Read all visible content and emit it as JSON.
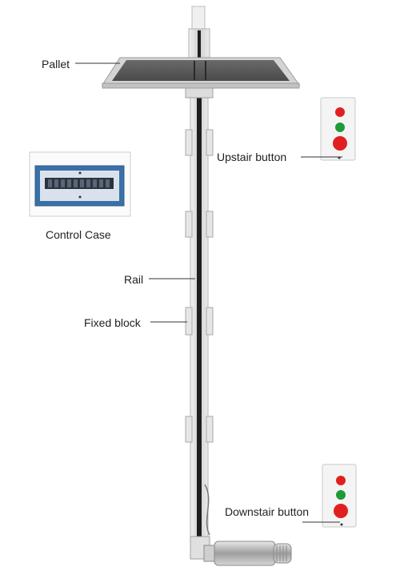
{
  "labels": {
    "pallet": "Pallet",
    "upstair_button": "Upstair button",
    "control_case": "Control Case",
    "rail": "Rail",
    "fixed_block": "Fixed block",
    "downstair_button": "Downstair button"
  },
  "colors": {
    "background": "#ffffff",
    "rail_dark": "#1e1e1e",
    "rail_metal": "#d8d8d8",
    "pallet_surface": "#5a5a5a",
    "pallet_frame": "#c9c9c9",
    "button_red": "#e02020",
    "button_green": "#1f9a3a",
    "control_panel": "#3a6fa8",
    "label_text": "#222222"
  },
  "icons": {
    "pallet": "pallet-platform-icon",
    "rail": "vertical-rail-icon",
    "fixed_block": "fixed-block-bracket-icon",
    "motor": "motor-cylinder-icon",
    "control_case": "control-case-icon",
    "button_box": "push-button-box-icon"
  }
}
